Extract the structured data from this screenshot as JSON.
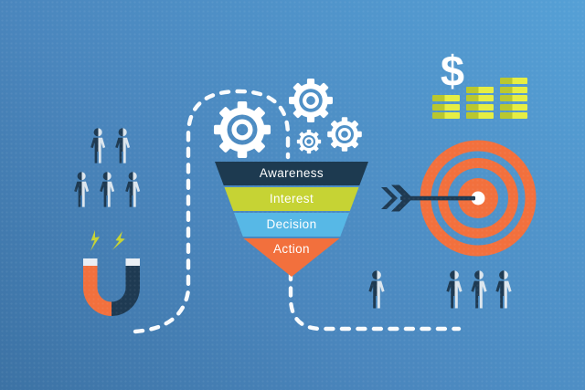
{
  "funnel": {
    "stages": [
      {
        "label": "Awareness",
        "color": "#1d3a50"
      },
      {
        "label": "Interest",
        "color": "#c6d334"
      },
      {
        "label": "Decision",
        "color": "#57b8e6"
      },
      {
        "label": "Action",
        "color": "#f2703d"
      }
    ]
  },
  "money": {
    "currency_symbol": "$",
    "coin_stacks": [
      3,
      4,
      5
    ]
  },
  "audience": {
    "top_left_rows": [
      2,
      3
    ],
    "bottom_right_groups": [
      1,
      3
    ]
  },
  "colors": {
    "background_gradient_start": "#3c72a4",
    "background_gradient_end": "#55a0d6",
    "navy": "#1e3a52",
    "orange": "#f2703d",
    "lime": "#c6d334",
    "sky_blue": "#57b8e6",
    "coin_dark": "#b9c72f",
    "coin_bright": "#e6ee44",
    "person_light": "#dce6ee",
    "white": "#ffffff"
  },
  "icons": [
    "person-icon",
    "magnet-icon",
    "lightning-icon",
    "gear-icon",
    "funnel",
    "target-icon",
    "arrow-icon",
    "dollar-icon",
    "coin-stack-icon",
    "journey-dashed-path"
  ]
}
